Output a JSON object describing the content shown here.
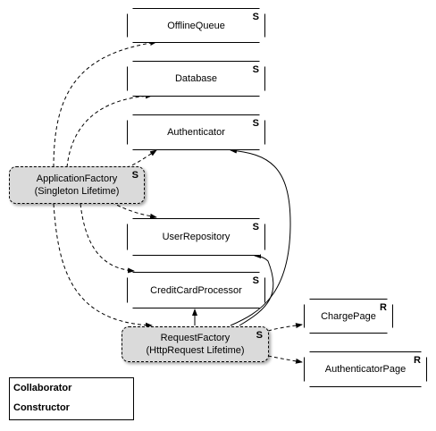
{
  "nodes": {
    "offline_queue": {
      "label": "OfflineQueue",
      "badge": "S"
    },
    "database": {
      "label": "Database",
      "badge": "S"
    },
    "authenticator": {
      "label": "Authenticator",
      "badge": "S"
    },
    "application_factory": {
      "label": "ApplicationFactory\n(Singleton Lifetime)",
      "badge": "S"
    },
    "user_repository": {
      "label": "UserRepository",
      "badge": "S"
    },
    "credit_card_processor": {
      "label": "CreditCardProcessor",
      "badge": "S"
    },
    "request_factory": {
      "label": "RequestFactory\n(HttpRequest Lifetime)",
      "badge": "S"
    },
    "charge_page": {
      "label": "ChargePage",
      "badge": "R"
    },
    "authenticator_page": {
      "label": "AuthenticatorPage",
      "badge": "R"
    }
  },
  "legend": {
    "collaborator": "Collaborator",
    "constructor": "Constructor"
  }
}
